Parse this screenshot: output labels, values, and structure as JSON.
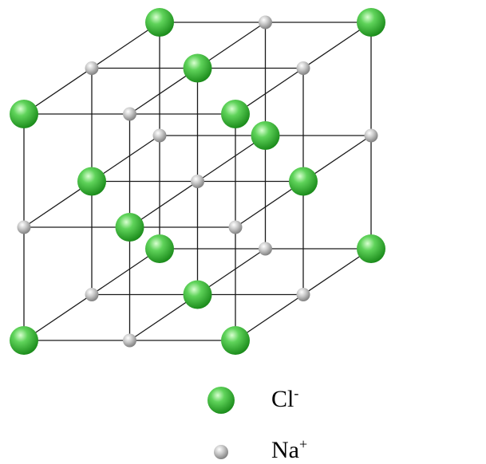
{
  "diagram": {
    "grid": {
      "nx": 3,
      "ny": 3,
      "nz": 3
    },
    "species": {
      "cl": {
        "color_light": "#b8f0b0",
        "color_mid": "#3cc23c",
        "color_dark": "#1e8a1e"
      },
      "na": {
        "color_light": "#ffffff",
        "color_mid": "#c4c4c4",
        "color_dark": "#8a8a8a"
      }
    },
    "bond_color": "#1a1a1a"
  },
  "legend": {
    "cl_label": "Cl",
    "cl_charge": "-",
    "na_label": "Na",
    "na_charge": "+"
  }
}
